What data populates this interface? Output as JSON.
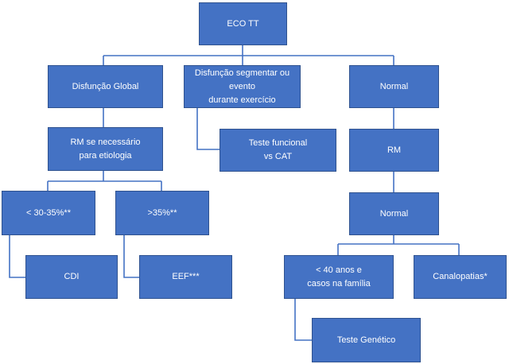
{
  "diagram": {
    "colors": {
      "box_fill": "#4472c4",
      "box_border": "#2f528f",
      "text": "#ffffff",
      "connector": "#4472c4"
    },
    "nodes": {
      "root": "ECO TT",
      "global": "Disfunção Global",
      "segmentar": "Disfunção segmentar ou evento\ndurante exercício",
      "normal_top": "Normal",
      "rm_etiologia": "RM se necessário\npara etiologia",
      "teste_funcional": "Teste funcional\nvs CAT",
      "rm": "RM",
      "lt35": "< 30-35%**",
      "gt35": ">35%**",
      "normal_mid": "Normal",
      "cdi": "CDI",
      "eef": "EEF***",
      "lt40": "< 40 anos e\ncasos na família",
      "canalopatias": "Canalopatias*",
      "teste_genetico": "Teste Genético"
    }
  }
}
